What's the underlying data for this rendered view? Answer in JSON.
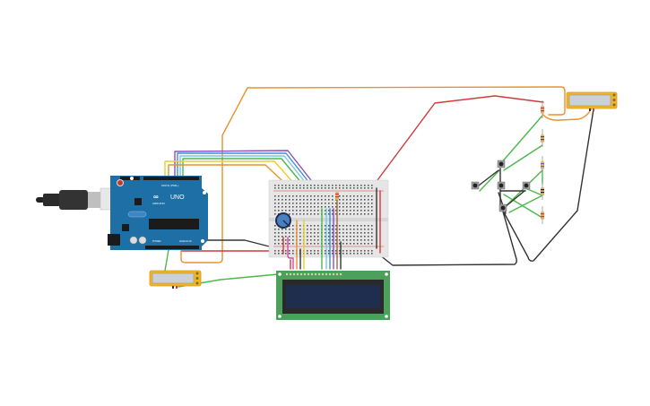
{
  "canvas": {
    "background": "#ffffff"
  },
  "components": {
    "arduino": {
      "label": "UNO",
      "brand": "ARDUINO",
      "section_digital": "DIGITAL (PWM~)",
      "section_power": "POWER",
      "section_analog": "ANALOG IN",
      "color": "#1e6fa5"
    },
    "usb_cable": {
      "name": "USB cable"
    },
    "breadboard": {
      "name": "Breadboard small",
      "color": "#e8e8e8"
    },
    "potentiometer": {
      "name": "Potentiometer",
      "color": "#4a7fc1"
    },
    "lcd": {
      "name": "LCD 16x2",
      "pcb_color": "#4ca05a",
      "screen_color": "#1f2d4f"
    },
    "multimeter_left": {
      "name": "Multimeter",
      "color": "#f0b429"
    },
    "multimeter_right": {
      "name": "Multimeter",
      "color": "#f0b429"
    },
    "pushbuttons": [
      {
        "name": "Pushbutton 1"
      },
      {
        "name": "Pushbutton 2"
      },
      {
        "name": "Pushbutton 3"
      },
      {
        "name": "Pushbutton 4"
      },
      {
        "name": "Pushbutton 5"
      }
    ],
    "resistors": [
      {
        "name": "Resistor 1",
        "band": "#d03a2c"
      },
      {
        "name": "Resistor 2",
        "band": "#6b4a2b"
      },
      {
        "name": "Resistor 3",
        "band": "#7a5ac9"
      },
      {
        "name": "Resistor 4",
        "band": "#222222"
      },
      {
        "name": "Resistor 5",
        "band": "#d03a2c"
      },
      {
        "name": "Resistor breadboard",
        "band": "#d03a2c"
      }
    ]
  },
  "wire_colors": {
    "orange": "#e8922a",
    "yellow": "#e8cf2a",
    "purple": "#8a4fb8",
    "blue": "#3d8fd6",
    "cyan": "#79c6de",
    "green": "#4cb84c",
    "red": "#d33a3a",
    "black": "#333333",
    "brown": "#9b6b3f",
    "pink": "#d04aa6"
  }
}
